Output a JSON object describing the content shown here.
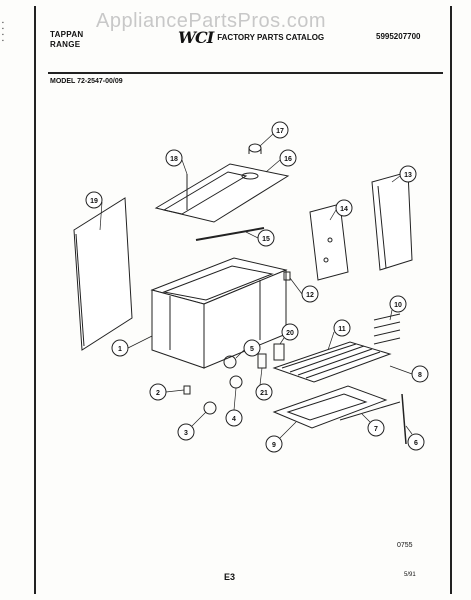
{
  "watermark": "AppliancePartsPros.com",
  "header": {
    "brand_line1": "TAPPAN",
    "brand_line2": "RANGE",
    "logo_text": "WCI",
    "catalog_title": "FACTORY PARTS CATALOG",
    "catalog_number": "5995207700"
  },
  "model": "MODEL 72-2547-00/09",
  "callouts": [
    "1",
    "2",
    "3",
    "4",
    "5",
    "6",
    "7",
    "8",
    "9",
    "10",
    "11",
    "12",
    "13",
    "14",
    "15",
    "16",
    "17",
    "18",
    "19",
    "20",
    "21"
  ],
  "footer": {
    "code": "0755",
    "page": "E3",
    "date": "5/91"
  }
}
